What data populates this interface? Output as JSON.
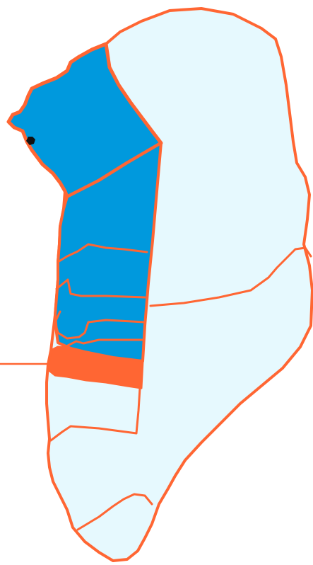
{
  "map": {
    "colors": {
      "border": "#ff6633",
      "land_light": "#e6f9fe",
      "highlight_blue": "#0099dd",
      "highlight_orange": "#ff6633",
      "marker": "#111111",
      "background": "#ffffff"
    },
    "regions": [
      {
        "name": "greenland-outline-region",
        "fill": "land_light"
      },
      {
        "name": "blue-region-north",
        "fill": "highlight_blue"
      },
      {
        "name": "blue-region-middle",
        "fill": "highlight_blue"
      },
      {
        "name": "blue-subregion-1",
        "fill": "highlight_blue"
      },
      {
        "name": "blue-subregion-2",
        "fill": "highlight_blue"
      },
      {
        "name": "blue-subregion-3",
        "fill": "highlight_blue"
      },
      {
        "name": "blue-subregion-4",
        "fill": "highlight_blue"
      },
      {
        "name": "orange-highlight-region",
        "fill": "highlight_orange"
      },
      {
        "name": "south-region-upper",
        "fill": "land_light"
      },
      {
        "name": "south-region-lower",
        "fill": "land_light"
      },
      {
        "name": "east-region",
        "fill": "land_light"
      }
    ],
    "marker": {
      "name": "location-dot-marker"
    },
    "pointer_line": {
      "name": "pointer-line"
    }
  }
}
